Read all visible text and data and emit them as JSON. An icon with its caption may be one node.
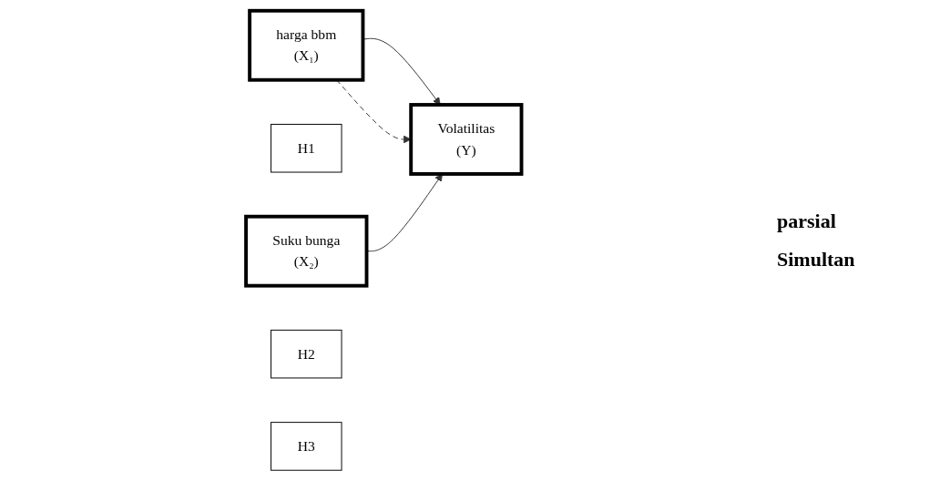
{
  "diagram": {
    "nodes": [
      {
        "text": [
          "harga bbm",
          "(X₁)"
        ]
      },
      {
        "text": [
          "H1"
        ]
      },
      {
        "text": [
          "Suku bunga",
          "(X₂)"
        ]
      },
      {
        "text": [
          "H2"
        ]
      },
      {
        "text": [
          "Volatilitas",
          "(Y)"
        ]
      },
      {
        "text": [
          "H3"
        ]
      }
    ],
    "edges": [
      {
        "from": 0,
        "to": 4,
        "arrow": "to"
      },
      {
        "from": 2,
        "to": 4,
        "arrow": "to"
      },
      {
        "from": 0,
        "to": 4,
        "arrow": "to",
        "style": "dashed"
      }
    ],
    "labels": [
      "parsial",
      "Simultan"
    ]
  }
}
